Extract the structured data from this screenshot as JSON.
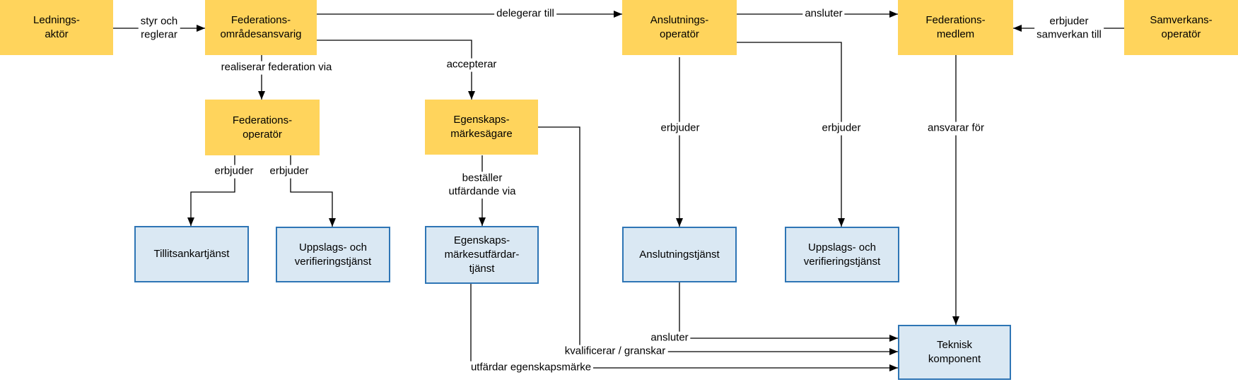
{
  "diagram": {
    "colors": {
      "actor_fill": "#FFD45C",
      "service_fill": "#DAE8F3",
      "service_border": "#2E75B5",
      "connector": "#000000"
    },
    "nodes": {
      "ledningsaktor": {
        "label": "Lednings-\naktör"
      },
      "federationsomradesansvarig": {
        "label": "Federations-\nområdesansvarig"
      },
      "anslutningsoperator": {
        "label": "Anslutnings-\noperatör"
      },
      "federationsmedlem": {
        "label": "Federations-\nmedlem"
      },
      "samverkansoperator": {
        "label": "Samverkans-\noperatör"
      },
      "federationsoperator": {
        "label": "Federations-\noperatör"
      },
      "egenskapsmarkesagare": {
        "label": "Egenskaps-\nmärkesägare"
      },
      "tillitsankartjanst": {
        "label": "Tillitsankartjänst"
      },
      "uppslagstjanst_vanster": {
        "label": "Uppslags- och\nverifieringstjänst"
      },
      "egenskapsmarkesutfardartjanst": {
        "label": "Egenskaps-\nmärkesutfärdar-\ntjänst"
      },
      "anslutningstjanst": {
        "label": "Anslutningstjänst"
      },
      "uppslagstjanst_hoger": {
        "label": "Uppslags- och\nverifieringstjänst"
      },
      "teknisk_komponent": {
        "label": "Teknisk\nkomponent"
      }
    },
    "edges": {
      "styr_och_reglerar": {
        "label": "styr och\nreglerar"
      },
      "delegerar_till": {
        "label": "delegerar till"
      },
      "accepterar": {
        "label": "accepterar"
      },
      "realiserar_federation_via": {
        "label": "realiserar federation via"
      },
      "ansluter": {
        "label": "ansluter"
      },
      "erbjuder_samverkan_till": {
        "label": "erbjuder\nsamverkan till"
      },
      "erbjuder_tillitsankartjanst": {
        "label": "erbjuder"
      },
      "erbjuder_uppslagstjanst_vanster": {
        "label": "erbjuder"
      },
      "bestaller_utfardande_via": {
        "label": "beställer\nutfärdande via"
      },
      "erbjuder_anslutningstjanst": {
        "label": "erbjuder"
      },
      "erbjuder_uppslagstjanst_hoger": {
        "label": "erbjuder"
      },
      "ansvarar_for": {
        "label": "ansvarar för"
      },
      "ansluter_teknisk_komponent": {
        "label": "ansluter"
      },
      "kvalificerar_granskar": {
        "label": "kvalificerar / granskar"
      },
      "utfardar_egenskapsmarke": {
        "label": "utfärdar egenskapsmärke"
      }
    }
  }
}
